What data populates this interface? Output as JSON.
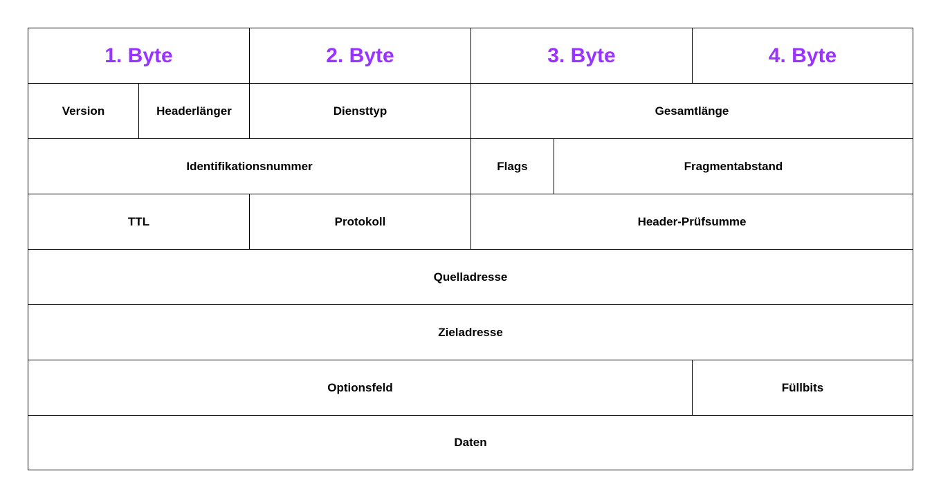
{
  "accent_color": "#9933ff",
  "header": {
    "byte1": "1. Byte",
    "byte2": "2. Byte",
    "byte3": "3. Byte",
    "byte4": "4. Byte"
  },
  "rows": {
    "row1": {
      "version": "Version",
      "header_length": "Headerlänger",
      "service_type": "Diensttyp",
      "total_length": "Gesamtlänge"
    },
    "row2": {
      "identification": "Identifikationsnummer",
      "flags": "Flags",
      "fragment_offset": "Fragmentabstand"
    },
    "row3": {
      "ttl": "TTL",
      "protocol": "Protokoll",
      "header_checksum": "Header-Prüfsumme"
    },
    "row4": {
      "source_address": "Quelladresse"
    },
    "row5": {
      "destination_address": "Zieladresse"
    },
    "row6": {
      "options": "Optionsfeld",
      "padding": "Füllbits"
    },
    "row7": {
      "data": "Daten"
    }
  }
}
